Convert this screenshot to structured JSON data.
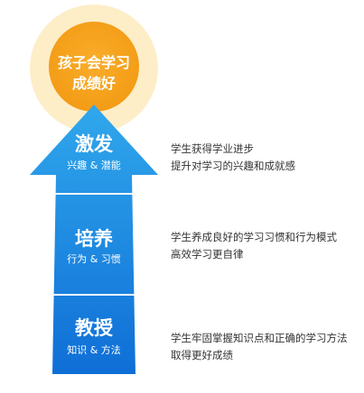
{
  "goal": {
    "line1": "孩子会学习",
    "line2": "成绩好"
  },
  "stages": [
    {
      "title": "激发",
      "subtitle": "兴趣 & 潜能",
      "desc": [
        "学生获得学业进步",
        "提升对学习的兴趣和成就感"
      ]
    },
    {
      "title": "培养",
      "subtitle": "行为 & 习惯",
      "desc": [
        "学生养成良好的学习习惯和行为模式",
        "高效学习更自律"
      ]
    },
    {
      "title": "教授",
      "subtitle": "知识 & 方法",
      "desc": [
        "学生牢固掌握知识点和正确的学习方法",
        "取得更好成绩"
      ]
    }
  ],
  "colors": {
    "halo": "#fdeec8",
    "goal_circle": "#f7a01c",
    "arrow_top": "#30a8ec",
    "arrow_bottom": "#0f6ed6",
    "divider": "#ffffff",
    "text": "#333333"
  }
}
